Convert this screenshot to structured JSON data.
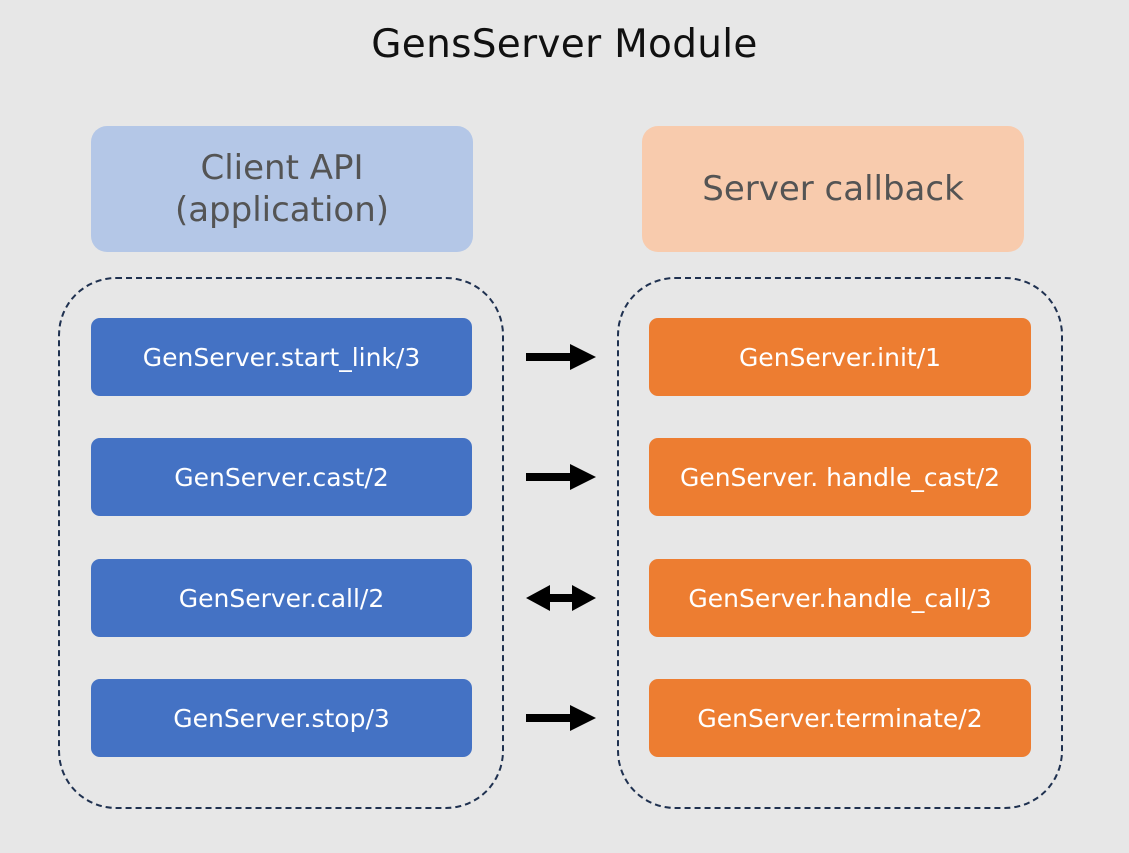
{
  "title": "GensServer Module",
  "client": {
    "header_line1": "Client API",
    "header_line2": "(application)",
    "functions": [
      "GenServer.start_link/3",
      "GenServer.cast/2",
      "GenServer.call/2",
      "GenServer.stop/3"
    ]
  },
  "server": {
    "header": "Server callback",
    "functions": [
      "GenServer.init/1",
      "GenServer. handle_cast/2",
      "GenServer.handle_call/3",
      "GenServer.terminate/2"
    ]
  },
  "arrows": [
    "right-arrow-icon",
    "right-arrow-icon",
    "double-arrow-icon",
    "right-arrow-icon"
  ],
  "colors": {
    "background": "#e7e7e7",
    "client_header": "#b4c7e7",
    "server_header": "#f8cbad",
    "client_box": "#4472c4",
    "server_box": "#ed7d31",
    "group_border": "#1f3150"
  }
}
